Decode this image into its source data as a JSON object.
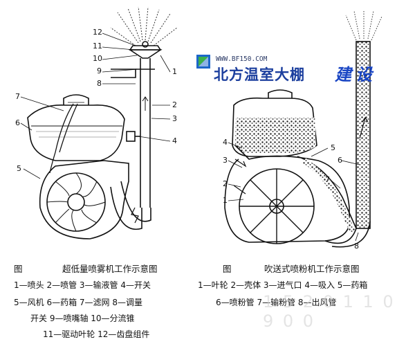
{
  "logo": {
    "url": "WWW.BF150.COM",
    "name": "北方温室大棚",
    "name2": "建设"
  },
  "left": {
    "title_prefix": "图",
    "title": "超低量喷雾机工作示意图",
    "labels": [
      "12",
      "11",
      "10",
      "9",
      "8",
      "1",
      "2",
      "3",
      "4",
      "7",
      "6",
      "5"
    ],
    "legend": [
      "1—喷头  2—喷管  3—输液管  4—开关",
      "5—风机  6—药箱  7—滤网  8—调量",
      "开关  9—喷嘴轴  10—分流锥",
      "11—驱动叶轮  12—齿盘组件"
    ]
  },
  "right": {
    "title_prefix": "图",
    "title": "吹送式喷粉机工作示意图",
    "labels": [
      "4",
      "3",
      "2",
      "1",
      "5",
      "6",
      "7",
      "8"
    ],
    "legend": [
      "1—叶轮  2—壳体  3—进气口  4—吸入  5—药箱",
      "6—喷粉管  7—输粉管  8—出风管"
    ]
  },
  "watermark": "1 5 2 0 1 1 0 9 0 0"
}
